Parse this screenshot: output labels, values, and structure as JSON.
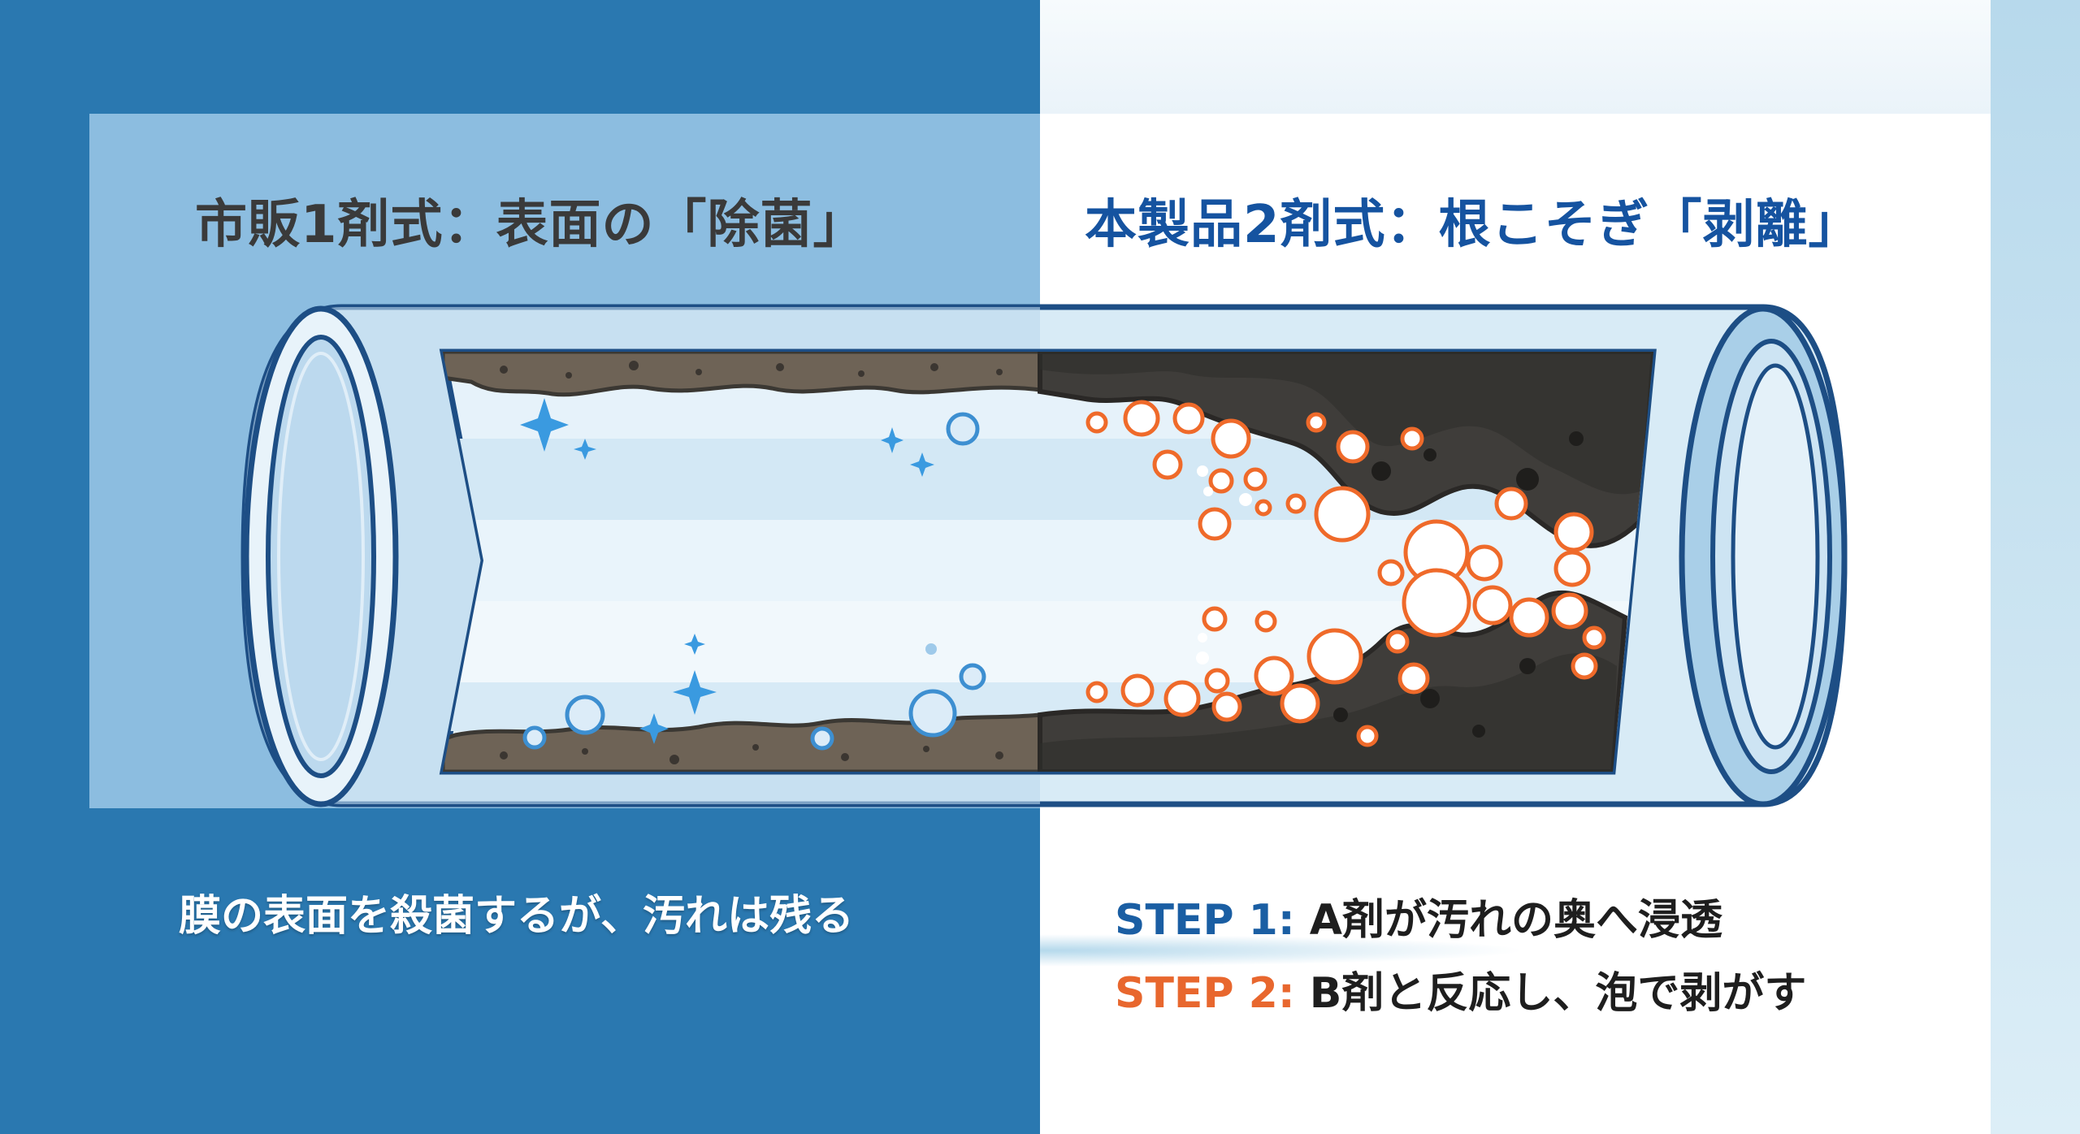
{
  "left": {
    "title": "市販1剤式：表面の「除菌」",
    "caption": "膜の表面を殺菌するが、汚れは残る"
  },
  "right": {
    "title": "本製品2剤式：根こそぎ「剥離」",
    "steps": [
      {
        "label": "STEP 1:",
        "text": "A剤が汚れの奥へ浸透",
        "color": "#1a5ea3"
      },
      {
        "label": "STEP 2:",
        "text": "B剤と反応し、泡で剥がす",
        "color": "#e8672e"
      }
    ]
  },
  "colors": {
    "left_background": "#2a78b0",
    "left_panel": "#8cbde0",
    "right_background": "#ffffff",
    "pipe_outline": "#1d4e85",
    "pipe_glass": "#cfe6f4",
    "dirt_light": "#6b5e50",
    "dirt_dark": "#4a4640",
    "bubble_blue": "#3d8fd1",
    "bubble_orange": "#ef6a2a",
    "sparkle": "#3a9ae0"
  },
  "illustration": {
    "left_half": "pipe interior with thin dirt layer, blue sparkles and water bubbles",
    "right_half": "pipe interior with thick dark dirt being lifted by orange-rimmed foam bubbles"
  }
}
